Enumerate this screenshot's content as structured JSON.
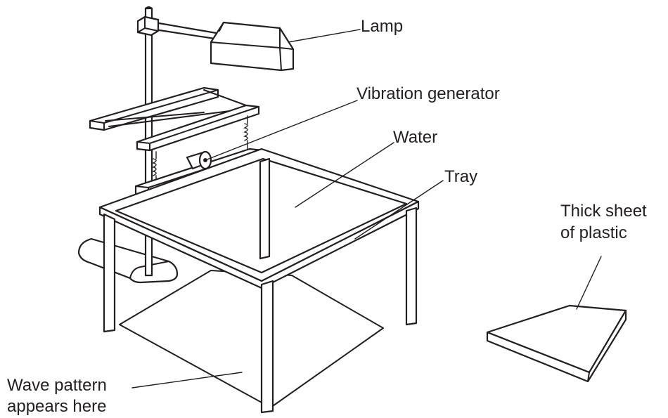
{
  "labels": {
    "lamp": "Lamp",
    "vibration_generator": "Vibration generator",
    "water": "Water",
    "tray": "Tray",
    "thick_sheet_line1": "Thick sheet",
    "thick_sheet_line2": "of plastic",
    "wave_pattern_line1": "Wave pattern",
    "wave_pattern_line2": "appears here"
  },
  "colors": {
    "ink": "#231f20",
    "background": "#ffffff"
  }
}
